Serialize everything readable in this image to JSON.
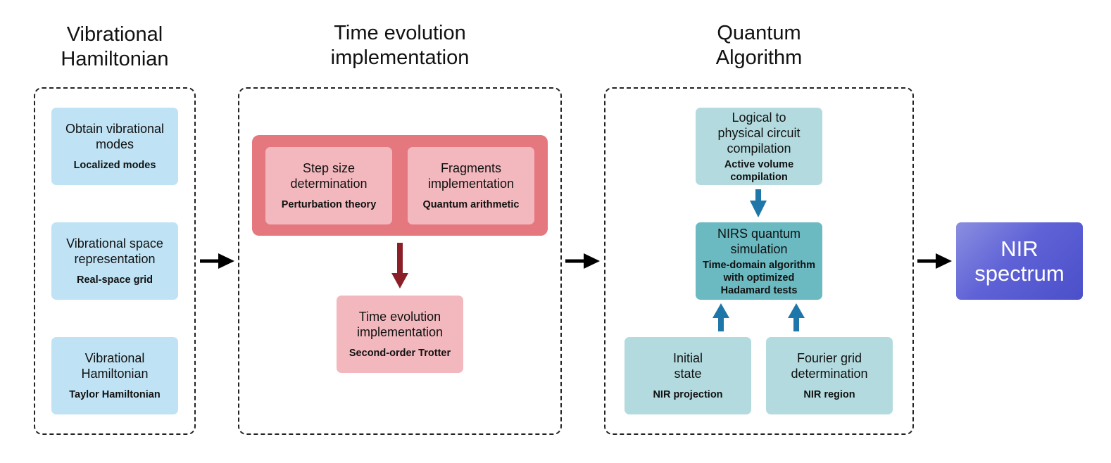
{
  "stages": [
    {
      "heading": [
        "Vibrational",
        "Hamiltonian"
      ]
    },
    {
      "heading": [
        "Time evolution",
        "implementation"
      ]
    },
    {
      "heading": [
        "Quantum",
        "Algorithm"
      ]
    }
  ],
  "hamiltonian_boxes": [
    {
      "title": [
        "Obtain vibrational",
        "modes"
      ],
      "subtitle": [
        "Localized modes"
      ]
    },
    {
      "title": [
        "Vibrational space",
        "representation"
      ],
      "subtitle": [
        "Real-space grid"
      ]
    },
    {
      "title": [
        "Vibrational",
        "Hamiltonian"
      ],
      "subtitle": [
        "Taylor Hamiltonian"
      ]
    }
  ],
  "time_evolution_boxes": {
    "step_size": {
      "title": [
        "Step size",
        "determination"
      ],
      "subtitle": [
        "Perturbation theory"
      ]
    },
    "fragments": {
      "title": [
        "Fragments",
        "implementation"
      ],
      "subtitle": [
        "Quantum arithmetic"
      ]
    },
    "result": {
      "title": [
        "Time evolution",
        "implementation"
      ],
      "subtitle": [
        "Second-order Trotter"
      ]
    }
  },
  "quantum_boxes": {
    "compilation": {
      "title": [
        "Logical to",
        "physical circuit",
        "compilation"
      ],
      "subtitle": [
        "Active volume",
        "compilation"
      ]
    },
    "simulation": {
      "title": [
        "NIRS quantum",
        "simulation"
      ],
      "subtitle": [
        "Time-domain algorithm",
        "with optimized",
        "Hadamard tests"
      ]
    },
    "initial_state": {
      "title": [
        "Initial",
        "state"
      ],
      "subtitle": [
        "NIR projection"
      ]
    },
    "fourier": {
      "title": [
        "Fourier grid",
        "determination"
      ],
      "subtitle": [
        "NIR region"
      ]
    }
  },
  "output": {
    "lines": [
      "NIR",
      "spectrum"
    ]
  },
  "colors": {
    "hamiltonian_box": "#bfe3f5",
    "time_group": "#e5777f",
    "time_box": "#f2b8be",
    "time_arrow": "#8b1f28",
    "quantum_box": "#b3dbdf",
    "quantum_box_highlight": "#6bbac2",
    "quantum_arrow": "#1f76a8",
    "output_gradient_start": "#8a8fe0",
    "output_gradient_end": "#4b4fc9",
    "flow_arrow": "#000000"
  }
}
